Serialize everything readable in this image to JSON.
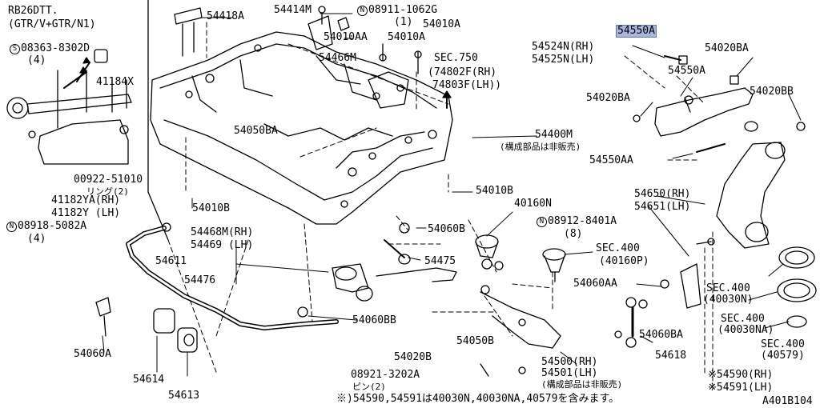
{
  "diagram_id": "A401B104",
  "inset": {
    "model": "RB26DTT.",
    "variant": "(GTR/V+GTR/N1)",
    "bolt_marker": "S",
    "bolt_no": "08363-8302D",
    "bolt_qty": "(4)",
    "part_41184x": "41184X",
    "part_00922": "00922-51010",
    "ring_note": "リング(2)",
    "part_41182ya": "41182YA(RH)",
    "part_41182y": "41182Y  (LH)",
    "nut_marker": "N",
    "nut_no": "08918-5082A",
    "nut_qty": "(4)"
  },
  "labels": {
    "p54418a": "54418A",
    "p54414m": "54414M",
    "n08911_marker": "N",
    "n08911": "08911-1062G",
    "n08911_qty": "(1)",
    "p54010aa": "54010AA",
    "p54010a_1": "54010A",
    "p54010a_2": "54010A",
    "p54466m": "54466M",
    "sec750": "SEC.750",
    "p74802f": "(74802F(RH)",
    "p74803f": "74803F(LH))",
    "p54050ba": "54050BA",
    "p54400m": "54400M",
    "p54400m_note": "(構成部品は非販売)",
    "p54010b_1": "54010B",
    "p54010b_2": "54010B",
    "p54468m": "54468M(RH)",
    "p54469": "54469  (LH)",
    "p54476": "54476",
    "p54060b": "54060B",
    "p54475": "54475",
    "p54611": "54611",
    "p54060a": "54060A",
    "p54060bb": "54060BB",
    "p54614": "54614",
    "p54613": "54613",
    "p40160n": "40160N",
    "n08912_marker": "N",
    "n08912": "08912-8401A",
    "n08912_qty": "(8)",
    "sec400_a": "SEC.400",
    "sec400_a_ref": "(40160P)",
    "p54060aa": "54060AA",
    "p54050b": "54050B",
    "p54020b": "54020B",
    "p08921": "08921-3202A",
    "pin_note": "ピン(2)",
    "p54500": "54500(RH)",
    "p54501": "54501(LH)",
    "p54501_note": "(構成部品は非販売)",
    "p54060ba": "54060BA",
    "p54618": "54618",
    "p54550a_top": "54550A",
    "p54524n": "54524N(RH)",
    "p54525n": "54525N(LH)",
    "p54020ba_1": "54020BA",
    "p54550a_2": "54550A",
    "p54020ba_2": "54020BA",
    "p54020bb": "54020BB",
    "p54550aa": "54550AA",
    "p54650": "54650(RH)",
    "p54651": "54651(LH)",
    "sec400_b": "SEC.400",
    "sec400_b_ref": "(40030N)",
    "sec400_c": "SEC.400",
    "sec400_c_ref": "(40030NA)",
    "sec400_d": "SEC.400",
    "sec400_d_ref": "(40579)",
    "p54590": "※54590(RH)",
    "p54591": "※54591(LH)",
    "footnote": "※)54590,54591は40030N,40030NA,40579を含みます。"
  }
}
